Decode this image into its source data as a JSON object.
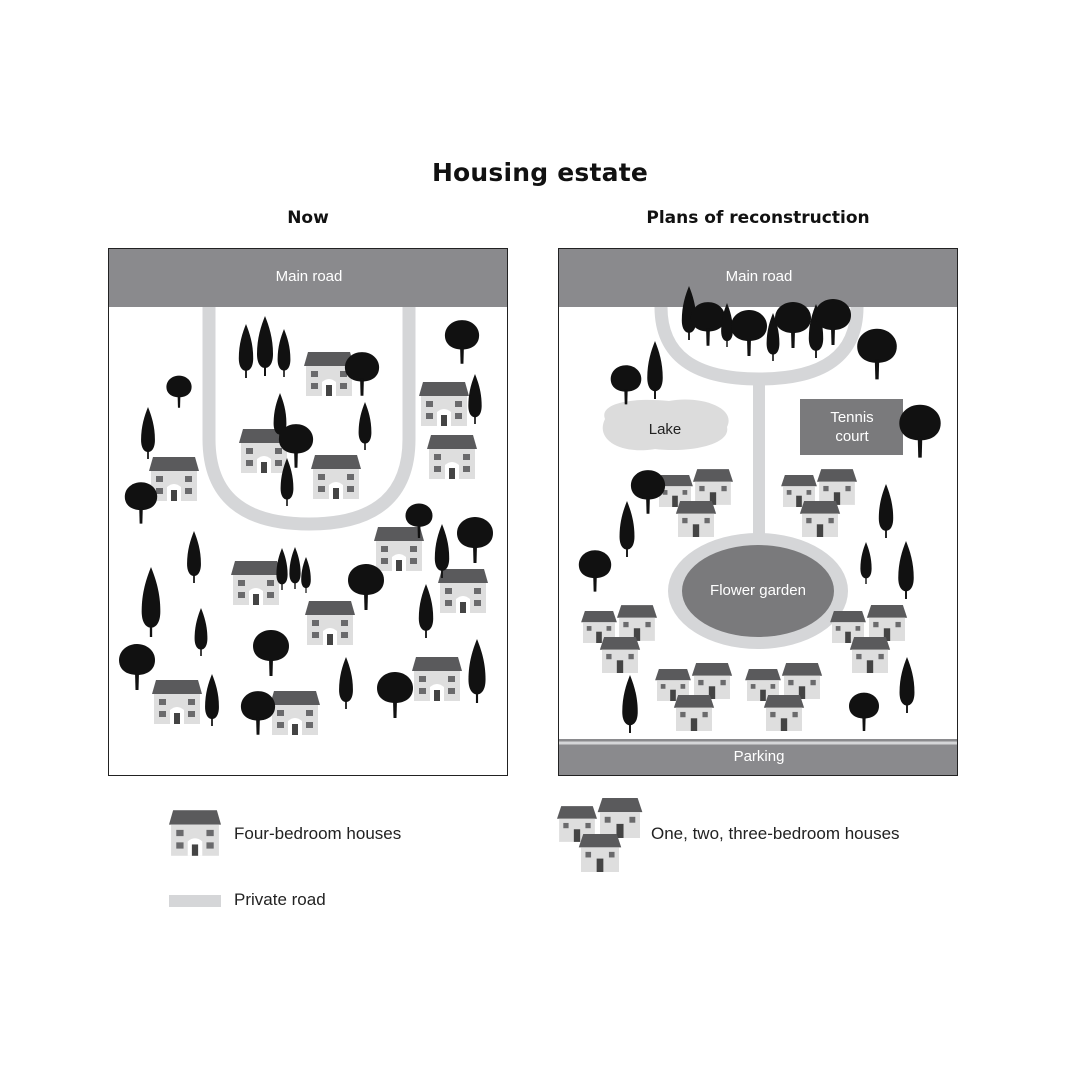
{
  "title": "Housing estate",
  "panels": {
    "now": {
      "heading": "Now",
      "main_road": "Main road"
    },
    "plan": {
      "heading": "Plans of reconstruction",
      "main_road": "Main road",
      "lake": "Lake",
      "tennis_court": "Tennis court",
      "flower_garden": "Flower garden",
      "parking": "Parking"
    }
  },
  "legend": {
    "four_bedroom": "Four-bedroom houses",
    "small_houses": "One, two, three-bedroom houses",
    "private_road": "Private road"
  },
  "colors": {
    "road_band": "#8a8a8d",
    "private_road": "#d5d6d8",
    "roof": "#5a5a5c",
    "wall": "#dedede",
    "tree": "#111111",
    "garden": "#7a7a7c"
  }
}
